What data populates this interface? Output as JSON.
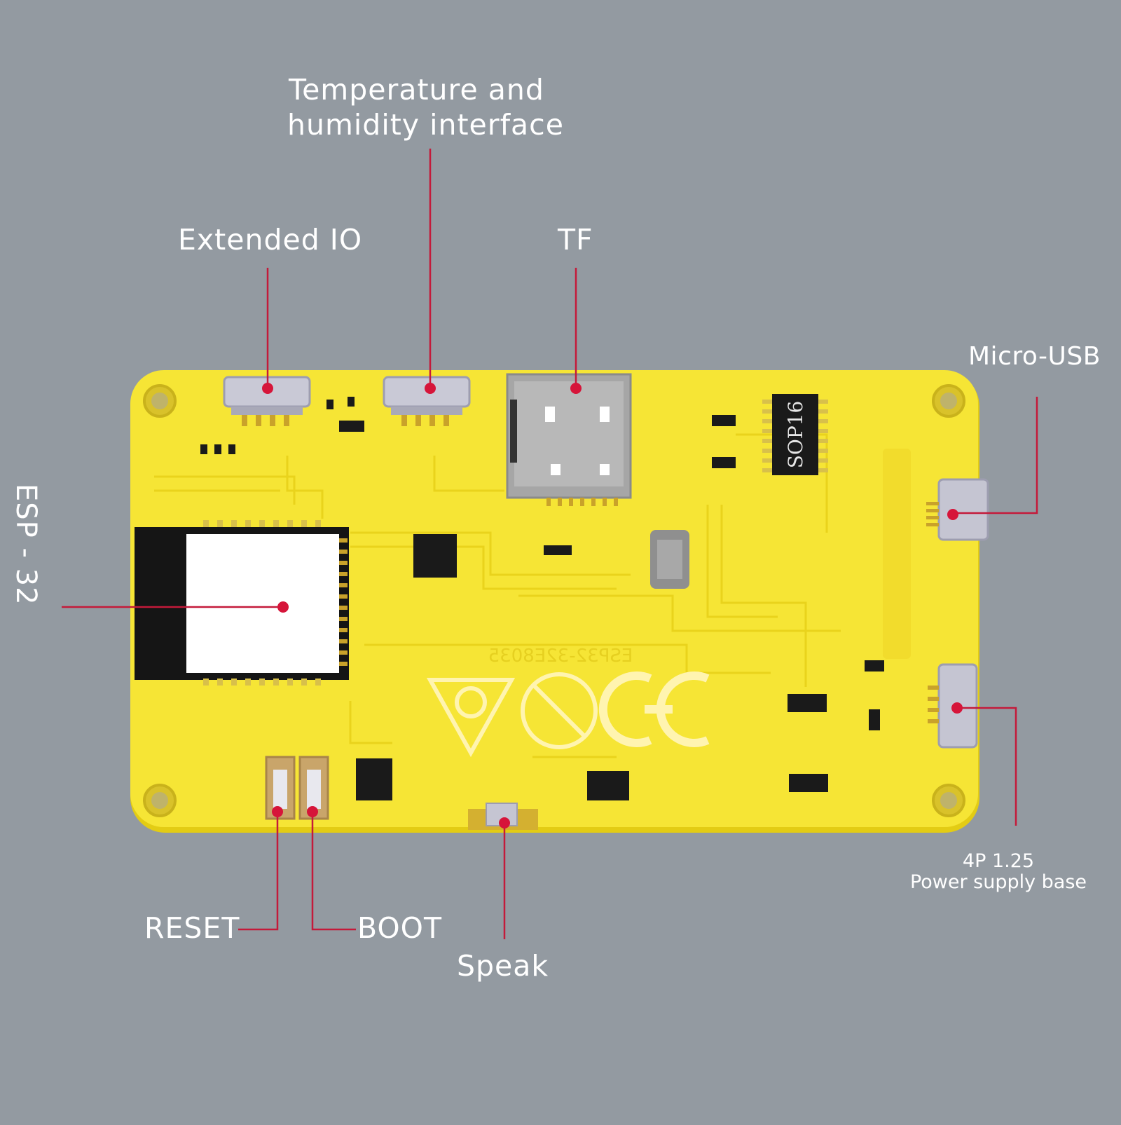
{
  "colors": {
    "background": "#939aa1",
    "board": "#f6e535",
    "board_edge": "#e3cc14",
    "leader_line": "#c41a3a",
    "label_text": "#ffffff"
  },
  "labels": {
    "temp_humidity_line1": "Temperature and",
    "temp_humidity_line2": "humidity interface",
    "extended_io": "Extended IO",
    "tf": "TF",
    "micro_usb": "Micro-USB",
    "esp32": "ESP - 32",
    "power_line1": "4P 1.25",
    "power_line2": "Power supply base",
    "reset": "RESET",
    "boot": "BOOT",
    "speak": "Speak"
  },
  "board": {
    "chip_marking": "SOP16",
    "silkscreen_model": "ESP32-32E8035",
    "cert_marks": [
      "ce-mark",
      "ukca-triangle-mark",
      "no-bin-mark"
    ]
  }
}
